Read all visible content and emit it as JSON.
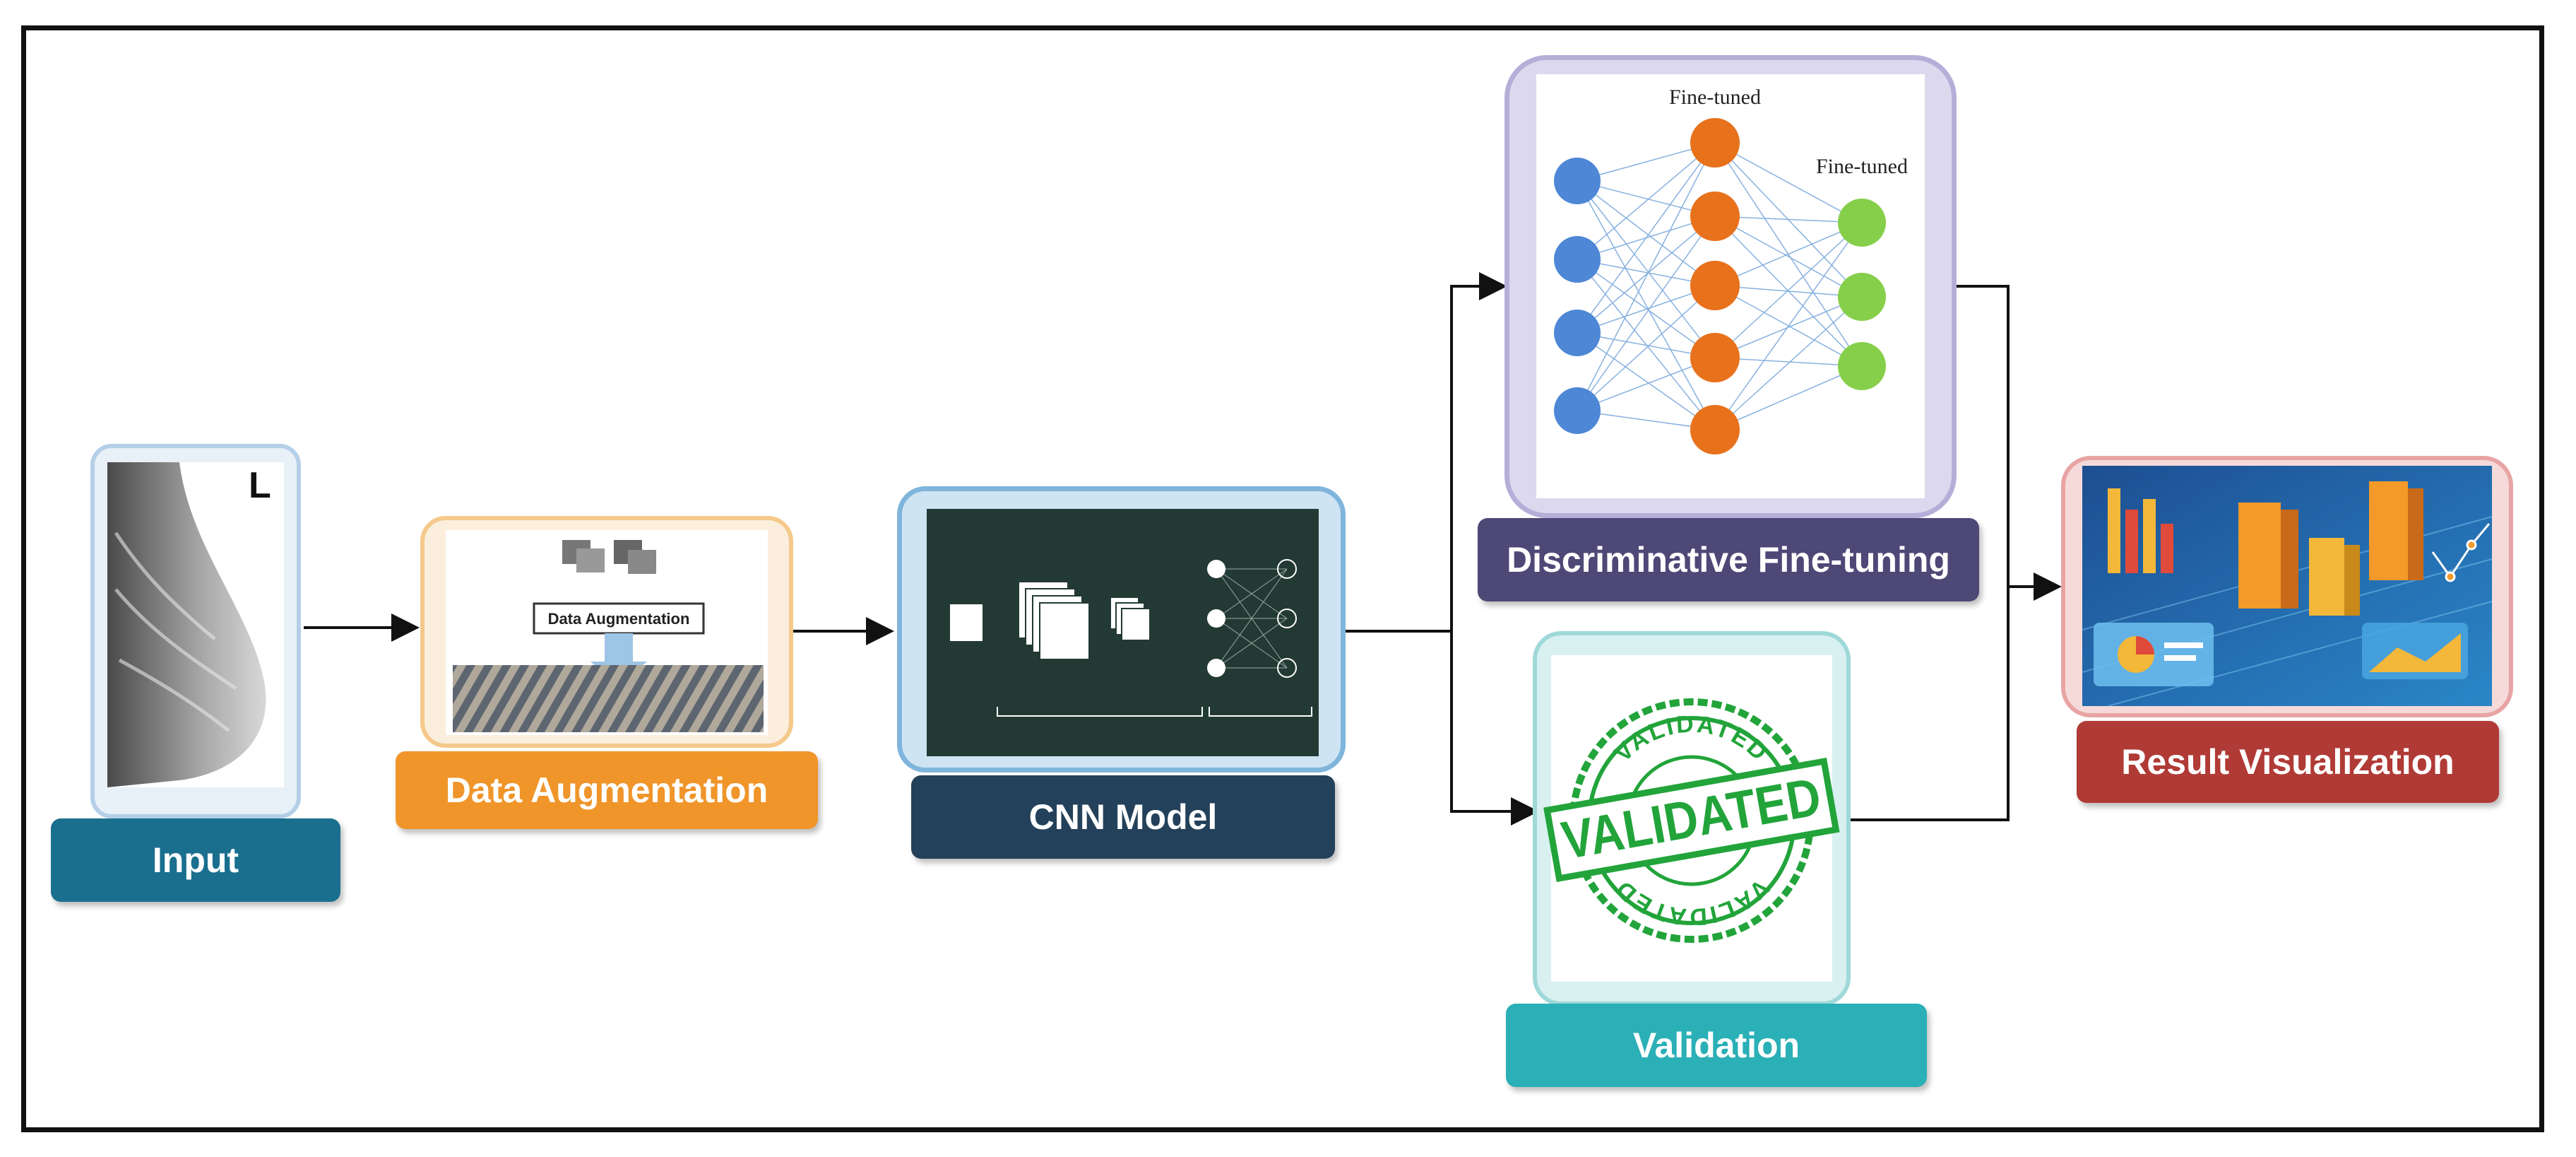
{
  "nodes": {
    "input": {
      "label": "Input",
      "corner_letter": "L"
    },
    "augmentation": {
      "label": "Data Augmentation",
      "inner_title": "Data Augmentation"
    },
    "cnn": {
      "label": "CNN Model"
    },
    "finetune": {
      "label": "Discriminative Fine-tuning",
      "layer_label_1": "Fine-tuned",
      "layer_label_2": "Fine-tuned"
    },
    "validation": {
      "label": "Validation",
      "stamp_top": "VALIDATED",
      "stamp_main": "VALIDATED",
      "stamp_bottom": "VALIDATED"
    },
    "result": {
      "label": "Result Visualization"
    }
  },
  "colors": {
    "input_label": "#1a6f8f",
    "augmentation_label": "#f0952a",
    "cnn_label": "#23415a",
    "finetune_label": "#4e4877",
    "validation_label": "#2ab0b6",
    "result_label": "#b03a35",
    "nn_input": "#4d87d6",
    "nn_hidden": "#e8711c",
    "nn_output": "#86cf4a",
    "stamp": "#22a43a"
  }
}
